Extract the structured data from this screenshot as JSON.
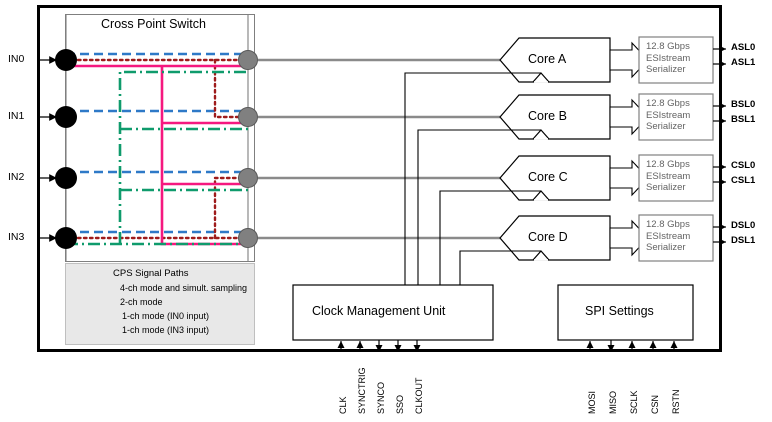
{
  "diagram": {
    "title": "Cross Point Switch",
    "cps_title": "Cross Point Switch",
    "inputs": [
      {
        "name": "IN0"
      },
      {
        "name": "IN1"
      },
      {
        "name": "IN2"
      },
      {
        "name": "IN3"
      }
    ],
    "legend": {
      "title": "CPS Signal Paths",
      "items": [
        {
          "label": "4-ch mode and simult. sampling",
          "style": "dashed",
          "color": "#2e79c7"
        },
        {
          "label": "2-ch mode",
          "style": "dotted",
          "color": "#9e1b1b"
        },
        {
          "label": "1-ch mode (IN0 input)",
          "style": "solid",
          "color": "#f5187f"
        },
        {
          "label": "1-ch mode (IN3 input)",
          "style": "dashdot",
          "color": "#0f9b6c"
        }
      ]
    },
    "cores": [
      {
        "label": "Core A"
      },
      {
        "label": "Core B"
      },
      {
        "label": "Core C"
      },
      {
        "label": "Core D"
      }
    ],
    "serializers": [
      {
        "line1": "12.8 Gbps",
        "line2": "ESIstream",
        "line3": "Serializer"
      },
      {
        "line1": "12.8 Gbps",
        "line2": "ESIstream",
        "line3": "Serializer"
      },
      {
        "line1": "12.8 Gbps",
        "line2": "ESIstream",
        "line3": "Serializer"
      },
      {
        "line1": "12.8 Gbps",
        "line2": "ESIstream",
        "line3": "Serializer"
      }
    ],
    "outputs": [
      {
        "top": "ASL0",
        "bottom": "ASL1"
      },
      {
        "top": "BSL0",
        "bottom": "BSL1"
      },
      {
        "top": "CSL0",
        "bottom": "CSL1"
      },
      {
        "top": "DSL0",
        "bottom": "DSL1"
      }
    ],
    "clock_unit": {
      "label": "Clock Management Unit",
      "pins": [
        {
          "name": "CLK",
          "direction": "in"
        },
        {
          "name": "SYNCTRIG",
          "direction": "in"
        },
        {
          "name": "SYNCO",
          "direction": "out"
        },
        {
          "name": "SSO",
          "direction": "out"
        },
        {
          "name": "CLKOUT",
          "direction": "out"
        }
      ]
    },
    "spi_unit": {
      "label": "SPI Settings",
      "pins": [
        {
          "name": "MOSI",
          "direction": "in"
        },
        {
          "name": "MISO",
          "direction": "out"
        },
        {
          "name": "SCLK",
          "direction": "in"
        },
        {
          "name": "CSN",
          "direction": "in"
        },
        {
          "name": "RSTN",
          "direction": "in"
        }
      ]
    },
    "colors": {
      "four_ch": "#2e79c7",
      "two_ch": "#9e1b1b",
      "one_ch_in0": "#f5187f",
      "one_ch_in3": "#0f9b6c",
      "node_in": "#000000",
      "node_out": "#808080",
      "wire": "#808080",
      "outline": "#000000"
    }
  }
}
